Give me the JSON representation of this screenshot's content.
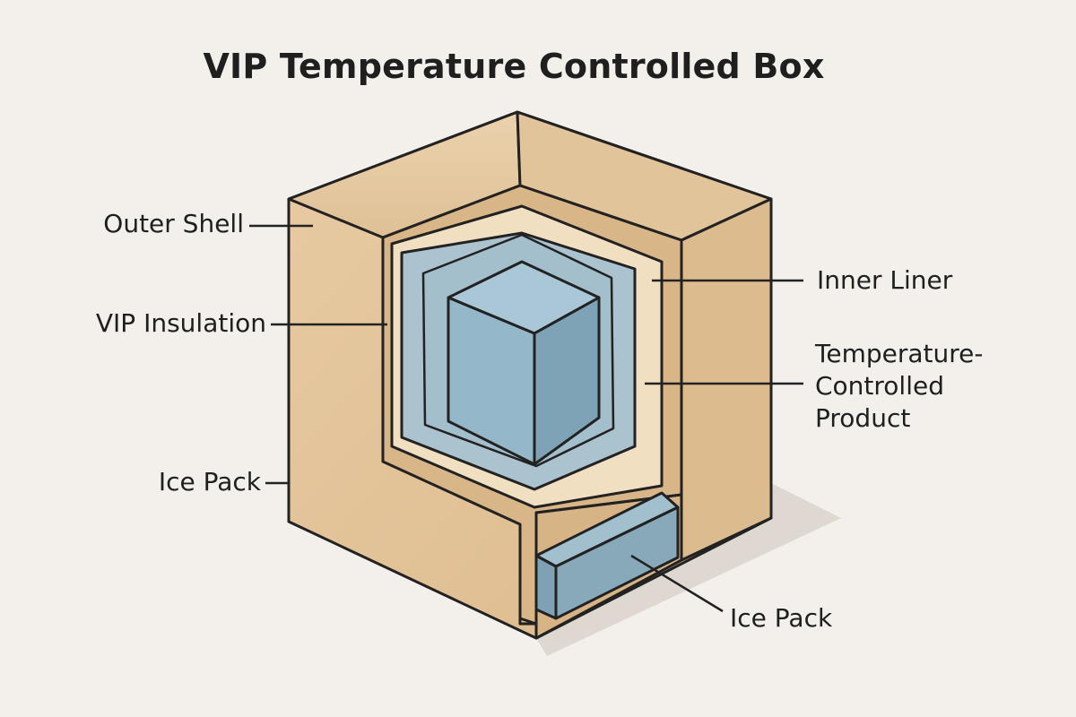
{
  "title": "VIP Temperature Controlled Box",
  "labels": {
    "outer_shell": "Outer Shell",
    "vip_insulation": "VIP Insulation",
    "ice_pack_left": "Ice Pack",
    "inner_liner": "Inner Liner",
    "temperature_controlled_product": "Temperature-\nControlled\nProduct",
    "ice_pack_bottom": "Ice Pack"
  },
  "colors": {
    "background": "#f3f0eb",
    "outer_tan": "#e6c9a0",
    "mid_tan": "#dcbb8f",
    "cream": "#f1dfc2",
    "light_blue": "#aac3ce",
    "cube_blue": "#8fb3c6",
    "ice_blue": "#88a9b9",
    "outline": "#222222",
    "text": "#1f1f1f"
  }
}
